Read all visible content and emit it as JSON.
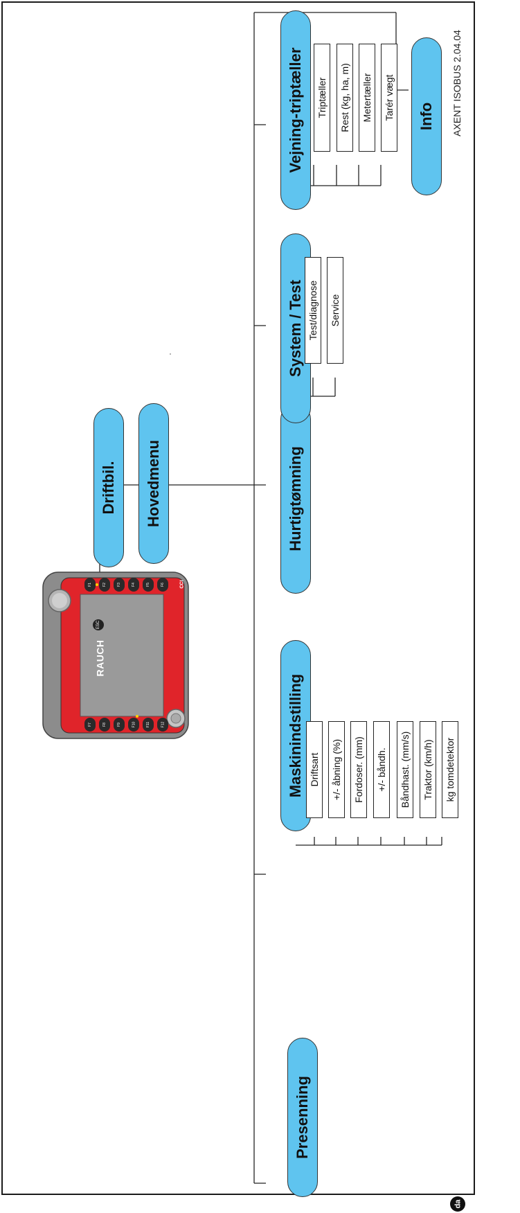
{
  "nodes": {
    "driftbil": "Driftbil.",
    "hovedmenu": "Hovedmenu",
    "presenning": "Presenning",
    "maskinindstilling": "Maskinindstilling",
    "hurtigtomning": "Hurtigtømning",
    "system_test": "System / Test",
    "vejning": "Vejning-triptæller",
    "info": "Info"
  },
  "maskinindstilling_items": [
    "Driftsart",
    "+/- åbning (%)",
    "Fordoser. (mm)",
    "+/- båndh.",
    "Båndhast. (mm/s)",
    "Traktor (km/h)",
    "kg tomdetektor"
  ],
  "system_test_items": [
    "Test/diagnose",
    "Service"
  ],
  "vejning_items": [
    "Triptæller",
    "Rest (kg, ha, m)",
    "Metertæller",
    "Tarér vægt"
  ],
  "footer": {
    "version": "AXENT ISOBUS 2.04.04",
    "lang": "da"
  },
  "terminal": {
    "brand": "RAUCH",
    "esc": "ESC",
    "cci": "CCI",
    "fkeys_right": [
      "F1",
      "F2",
      "F3",
      "F4",
      "F5",
      "F6"
    ],
    "fkeys_left": [
      "F7",
      "F8",
      "F9",
      "F10",
      "F11",
      "F12"
    ],
    "colors": {
      "body": "#8c8c8c",
      "panel": "#e0242a",
      "screen": "#9a9a9a",
      "accent": "#5fc4ef"
    }
  }
}
